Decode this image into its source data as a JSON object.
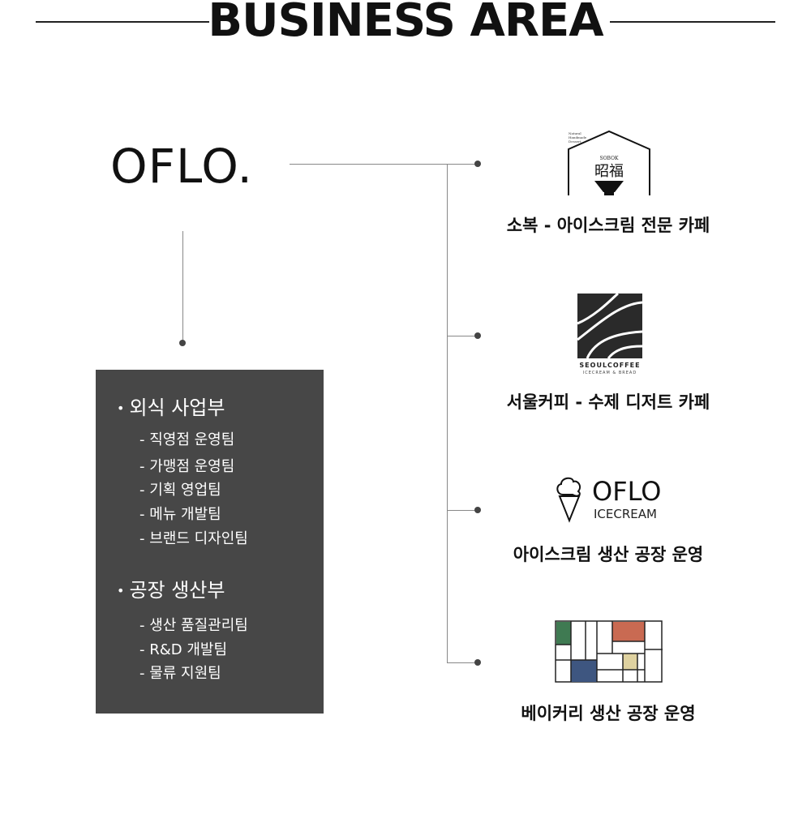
{
  "header": {
    "title": "BUSINESS AREA"
  },
  "company": {
    "name": "OFLO."
  },
  "departments": [
    {
      "name": "외식 사업부",
      "teams": [
        "- 직영점 운영팀",
        "- 가맹점 운영팀",
        "- 기획 영업팀",
        "- 메뉴 개발팀",
        "- 브랜드 디자인팀"
      ]
    },
    {
      "name": "공장 생산부",
      "teams": [
        "- 생산 품질관리팀",
        "- R&D 개발팀",
        "- 물류 지원팀"
      ]
    }
  ],
  "businesses": [
    {
      "label": "소복 - 아이스크림 전문 카페",
      "logo": "sobok-logo",
      "logo_text": {
        "small": [
          "Natural",
          "Handmade",
          "Dessert"
        ],
        "brand": "SOBOK",
        "hanja": "昭福"
      }
    },
    {
      "label": "서울커피 - 수제 디저트 카페",
      "logo": "seoulcoffee-logo",
      "logo_text": {
        "brand": "SEOULCOFFEE",
        "sub": "ICECREAM & BREAD"
      }
    },
    {
      "label": "아이스크림 생산 공장 운영",
      "logo": "oflo-icecream-logo",
      "logo_text": {
        "brand": "OFLO",
        "sub": "ICECREAM"
      }
    },
    {
      "label": "베이커리 생산 공장 운영",
      "logo": "bakery-logo"
    }
  ],
  "colors": {
    "panel_bg": "#474747",
    "connector": "#888888",
    "bakery_green": "#3f7a52",
    "bakery_red": "#c96a52",
    "bakery_blue": "#3e5680",
    "bakery_beige": "#dfd2a0"
  }
}
